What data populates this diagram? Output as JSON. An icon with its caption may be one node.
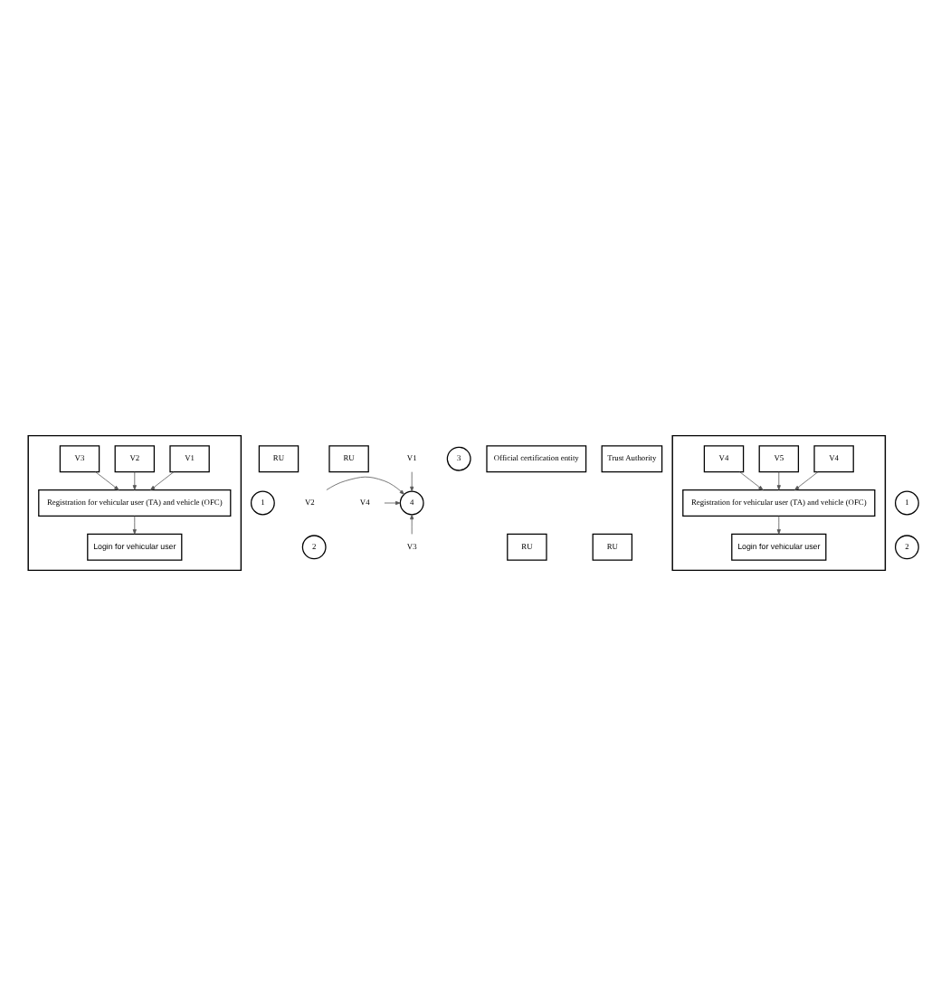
{
  "diagram": {
    "nodes": [
      {
        "text": [],
        "shape": "box"
      },
      {
        "text": [
          "V1"
        ],
        "in": 0
      },
      {
        "text": [
          "V2"
        ],
        "in": 0
      },
      {
        "text": [
          "V3"
        ],
        "in": 0
      },
      {
        "text": [
          "Registration for vehicular user (TA) and vehicle (OFC)"
        ],
        "in": 0
      },
      {
        "text": [
          "Login for vehicular user"
        ],
        "in": 0
      },
      {
        "text": [
          "1"
        ]
      },
      {
        "text": [
          "2"
        ]
      },
      {
        "text": [
          "RU"
        ]
      },
      {
        "text": [
          "RU"
        ]
      },
      {
        "text": [
          "V1"
        ]
      },
      {
        "text": [
          "V2"
        ]
      },
      {
        "text": [
          "4"
        ]
      },
      {
        "text": [
          "V4"
        ]
      },
      {
        "text": [
          "RU"
        ]
      },
      {
        "text": [
          "RU"
        ]
      },
      {
        "text": [
          "V3"
        ]
      },
      {
        "text": [
          "3"
        ]
      },
      {
        "text": [
          "Official certification entity"
        ]
      },
      {
        "text": [
          "Trust Authority"
        ]
      },
      {
        "text": [],
        "shape": "box"
      },
      {
        "text": [
          "V4"
        ],
        "in": 20
      },
      {
        "text": [
          "V5"
        ],
        "in": 20
      },
      {
        "text": [
          "V4"
        ],
        "in": 20
      },
      {
        "text": [
          "Registration for vehicular user (TA) and vehicle (OFC)"
        ],
        "in": 20
      },
      {
        "text": [
          "Login for vehicular user"
        ],
        "in": 20
      },
      {
        "text": [
          "1"
        ]
      },
      {
        "text": [
          "2"
        ]
      }
    ],
    "edges": [
      {
        "from": 1,
        "to": 4,
        "arrow": "to"
      },
      {
        "from": 2,
        "to": 4,
        "arrow": "to"
      },
      {
        "from": 3,
        "to": 4,
        "arrow": "to"
      },
      {
        "from": 4,
        "to": 5,
        "arrow": "to"
      },
      {
        "from": 10,
        "to": 12,
        "arrow": "to"
      },
      {
        "from": 11,
        "to": 12,
        "arrow": "to"
      },
      {
        "from": 13,
        "to": 12,
        "arrow": "to"
      },
      {
        "from": 16,
        "to": 12,
        "arrow": "to"
      },
      {
        "from": 21,
        "to": 24,
        "arrow": "to"
      },
      {
        "from": 22,
        "to": 24,
        "arrow": "to"
      },
      {
        "from": 23,
        "to": 24,
        "arrow": "to"
      },
      {
        "from": 24,
        "to": 25,
        "arrow": "to"
      }
    ]
  }
}
